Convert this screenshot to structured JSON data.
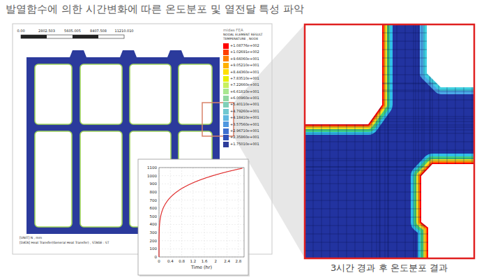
{
  "diagram": {
    "title": "발열함수에 의한 시간변화에 따른 온도분포 및 열전달 특성 파악",
    "caption": "3시간 경과 후 온도분포 결과",
    "labels": [
      "0.00",
      "2802.503",
      "5605.005",
      "8407.508",
      "11210.010",
      "midas FEA",
      "NODAL ELEMENT RESULT",
      "TEMPERATURE , NODE",
      "[UNIT] N , mm",
      "[DATA] Heat Transfer(General Heat Transfer) , STAGE : ST",
      "0",
      "100",
      "200",
      "300",
      "400",
      "500",
      "600",
      "700",
      "800",
      "900",
      "1000",
      "1100",
      "0",
      "0.4",
      "0.8",
      "1.2",
      "1.6",
      "2",
      "2.4",
      "2.8",
      "Time (hr)"
    ],
    "legend": [
      {
        "text": "+1.08776e+002",
        "color": "#ff0000"
      },
      {
        "text": "+1.02691e+002",
        "color": "#ff4000"
      },
      {
        "text": "+9.66060e+001",
        "color": "#ff8000"
      },
      {
        "text": "+9.05210e+001",
        "color": "#ffb000"
      },
      {
        "text": "+8.44360e+001",
        "color": "#ffe000"
      },
      {
        "text": "+7.83510e+001",
        "color": "#e8f000"
      },
      {
        "text": "+7.22660e+001",
        "color": "#c8f060"
      },
      {
        "text": "+6.61810e+001",
        "color": "#a8e890"
      },
      {
        "text": "+6.00960e+001",
        "color": "#90d8a0"
      },
      {
        "text": "+5.40110e+001",
        "color": "#80d0b8"
      },
      {
        "text": "+4.79260e+001",
        "color": "#70c8d0"
      },
      {
        "text": "+4.18410e+001",
        "color": "#60b8e0"
      },
      {
        "text": "+3.57560e+001",
        "color": "#5098e0"
      },
      {
        "text": "+2.96710e+001",
        "color": "#4070d0"
      },
      {
        "text": "+2.35860e+001",
        "color": "#3050b8"
      },
      {
        "text": "+1.75010e+001",
        "color": "#2e3d9a"
      }
    ]
  }
}
